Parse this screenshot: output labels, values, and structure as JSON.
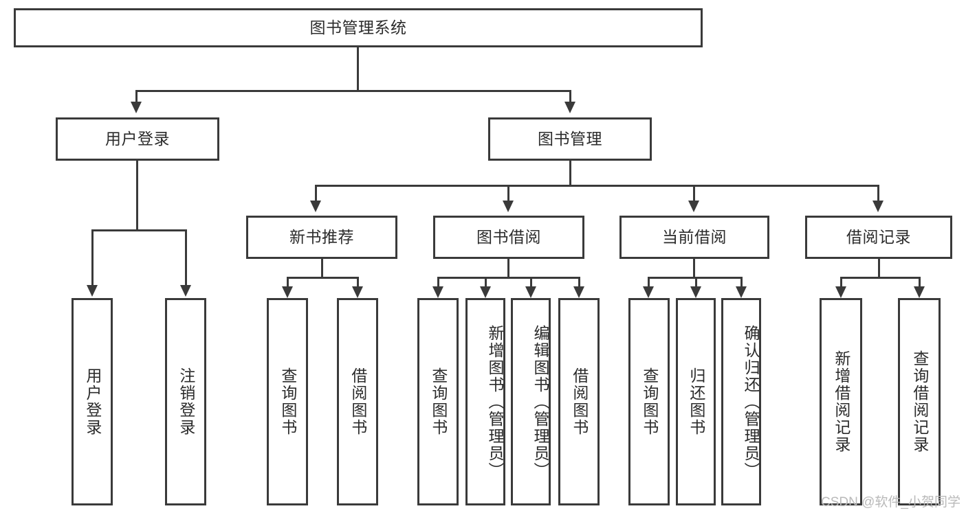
{
  "diagram": {
    "title": "图书管理系统",
    "watermark": "CSDN @软件_小贺同学",
    "root": {
      "id": "root",
      "label": "图书管理系统"
    },
    "level2": {
      "user_login": {
        "id": "user-login",
        "label": "用户登录"
      },
      "book_manage": {
        "id": "book-manage",
        "label": "图书管理"
      }
    },
    "level3": {
      "new_book_recommend": {
        "id": "new-book-recommend",
        "label": "新书推荐"
      },
      "book_borrow": {
        "id": "book-borrow",
        "label": "图书借阅"
      },
      "current_borrow": {
        "id": "current-borrow",
        "label": "当前借阅"
      },
      "borrow_record": {
        "id": "borrow-record",
        "label": "借阅记录"
      }
    },
    "leaves": {
      "user_login": [
        {
          "id": "leaf-user-login",
          "label": "用户登录"
        },
        {
          "id": "leaf-logout-login",
          "label": "注销登录"
        }
      ],
      "new_book_recommend": [
        {
          "id": "leaf-query-book-1",
          "label": "查询图书"
        },
        {
          "id": "leaf-borrow-book-1",
          "label": "借阅图书"
        }
      ],
      "book_borrow": [
        {
          "id": "leaf-query-book-2",
          "label": "查询图书"
        },
        {
          "id": "leaf-add-book",
          "label": "新增图书（管理员）"
        },
        {
          "id": "leaf-edit-book",
          "label": "编辑图书（管理员）"
        },
        {
          "id": "leaf-borrow-book-2",
          "label": "借阅图书"
        }
      ],
      "current_borrow": [
        {
          "id": "leaf-query-book-3",
          "label": "查询图书"
        },
        {
          "id": "leaf-return-book",
          "label": "归还图书"
        },
        {
          "id": "leaf-confirm-return",
          "label": "确认归还（管理员）"
        }
      ],
      "borrow_record": [
        {
          "id": "leaf-add-record",
          "label": "新增借阅记录"
        },
        {
          "id": "leaf-query-record",
          "label": "查询借阅记录"
        }
      ]
    },
    "colors": {
      "stroke": "#3a3a3a",
      "fill": "#ffffff",
      "text": "#2b2b2b",
      "watermark": "#b9b9b9"
    }
  }
}
